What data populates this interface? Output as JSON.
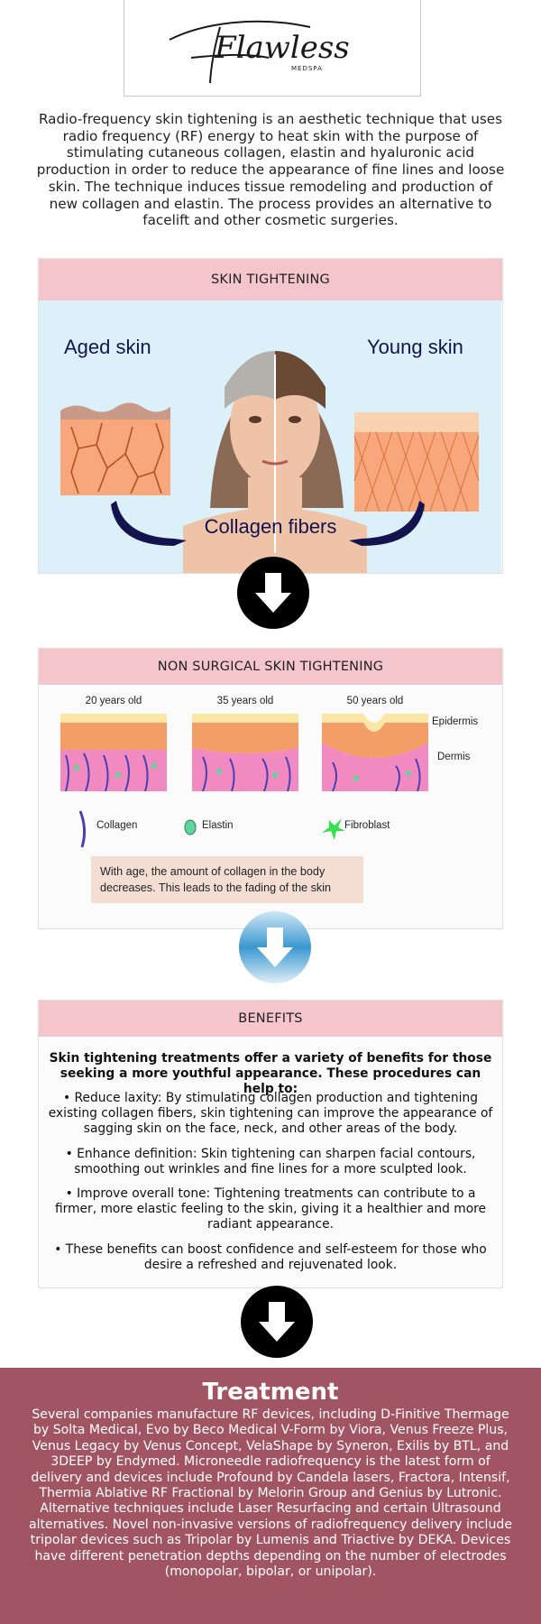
{
  "logo": {
    "script": "Flawless",
    "sub": "MEDSPA"
  },
  "intro": "Radio-frequency skin tightening is an aesthetic technique that uses radio frequency (RF) energy to heat skin with the purpose of stimulating cutaneous collagen, elastin and hyaluronic acid production in order to reduce the appearance of fine lines and loose skin. The technique induces tissue remodeling and production of new collagen and elastin. The process provides an alternative to facelift and other cosmetic surgeries.",
  "panel1": {
    "title": "SKIN TIGHTENING",
    "aged_label": "Aged skin",
    "young_label": "Young skin",
    "fibers_label": "Collagen fibers"
  },
  "panel2": {
    "title": "NON SURGICAL SKIN TIGHTENING",
    "ages": [
      "20 years old",
      "35 years old",
      "50 years old"
    ],
    "layers": {
      "epidermis": "Epidermis",
      "dermis": "Dermis"
    },
    "legend": {
      "collagen": "Collagen",
      "elastin": "Elastin",
      "fibroblast": "Fibroblast"
    },
    "note": "With age, the amount of collagen in the body decreases. This leads to the fading of the skin"
  },
  "panel3": {
    "title": "BENEFITS",
    "lead": "Skin tightening treatments offer a variety of benefits for those seeking a more youthful appearance. These procedures can help to:",
    "bullets": [
      "• Reduce laxity: By stimulating collagen production and tightening existing collagen fibers, skin tightening can improve the appearance of sagging skin on the face, neck, and other areas of the body.",
      "• Enhance definition: Skin tightening can sharpen facial contours, smoothing out wrinkles and fine lines for a more sculpted look.",
      "• Improve overall tone: Tightening treatments can contribute to a firmer, more elastic feeling to the skin, giving it a healthier and more radiant appearance.",
      "• These benefits can boost confidence and self-esteem for those who desire a refreshed and rejuvenated look."
    ]
  },
  "treatment": {
    "title": "Treatment",
    "body": "Several companies manufacture RF devices, including D-Finitive Thermage by Solta Medical, Evo by Beco Medical V-Form by Viora, Venus Freeze Plus, Venus Legacy by Venus Concept, VelaShape by Syneron, Exilis by BTL, and 3DEEP by Endymed. Microneedle radiofrequency is the latest form of delivery and devices include Profound by Candela lasers, Fractora, Intensif, Thermia Ablative RF Fractional by Melorin Group and Genius by Lutronic. Alternative techniques include Laser Resurfacing and certain Ultrasound alternatives. Novel non-invasive versions of radiofrequency delivery include tripolar devices such as Tripolar by Lumenis and Triactive by DEKA. Devices have different penetration depths depending on the number of electrodes (monopolar, bipolar, or unipolar)."
  },
  "colors": {
    "panel_header": "#f4c6cb",
    "treatment_bg": "#a15562",
    "sky": "#dcf0fa",
    "navy": "#13144e",
    "skin": "#f7a47a"
  }
}
